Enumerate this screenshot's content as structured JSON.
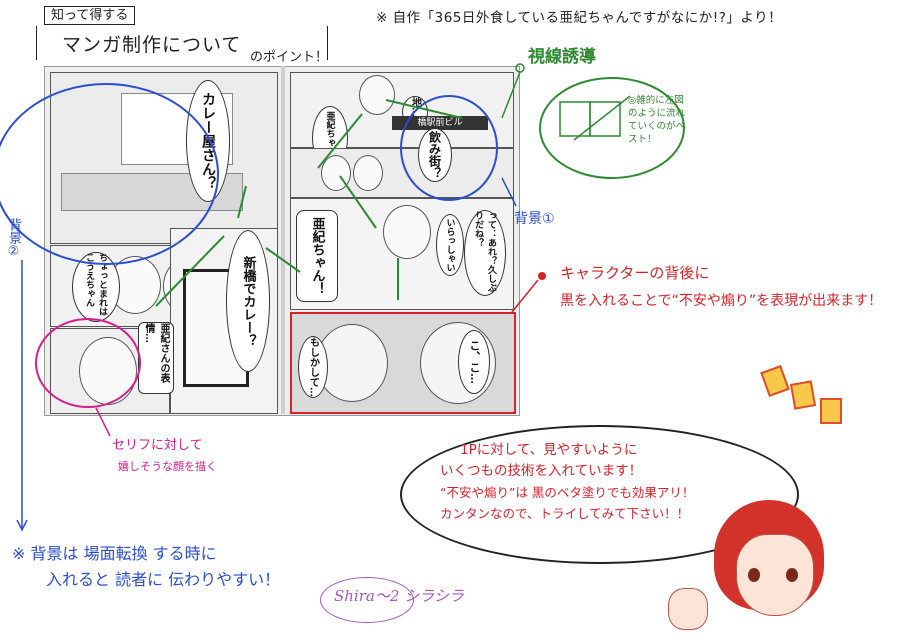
{
  "header": {
    "tag": "知って得する",
    "title_line1": "マンガ制作について",
    "title_line2": "のポイント！"
  },
  "source_note": "※ 自作「365日外食している亜紀ちゃんですがなにか!?」より！",
  "manga": {
    "bubbles": {
      "curry_shop": "カレー屋さん？",
      "chi": "地…？",
      "aki_chan_kana": "亜紀ちゃん…",
      "shinbashi_sign": "橋駅前ビル",
      "nomigai": "飲み街？",
      "irasshai": "いらっしゃい",
      "hisashiburi": "って：あれ？久しぶりだね？",
      "aki_chan": "亜紀ちゃん！",
      "shinbashi_curry": "新橋でカレー？",
      "chotto": "ちょっとまれはこうえちゃん",
      "aki_face": "亜紀さんの表情…",
      "moshikashite": "もしかして…",
      "koko": "こ、こ…"
    }
  },
  "annotations": {
    "gaze_title": "視線誘導",
    "gaze_note": "◎雑的に左図のように流れていくのがベスト！",
    "bg1": "背景①",
    "bg2": "背景②",
    "char_line1": "キャラクターの背後に",
    "char_line2": "黒を入れることで“不安や煽り”を表現が出来ます！",
    "serif_line1": "セリフに対して",
    "serif_line2": "嬉しそうな顔を描く",
    "bg_note_line1": "※ 背景は 場面転換 する時に",
    "bg_note_line2": "入れると 読者に 伝わりやすい！"
  },
  "speech": {
    "line1": "1Pに対して、見やすいように",
    "line2": "いくつもの技術を入れています！",
    "line3": "“不安や煽り”は 黒のベタ塗りでも効果アリ！",
    "line4": "カンタンなので、トライしてみて下さい！！"
  },
  "signature": "Shira～2 シラシラ",
  "colors": {
    "gaze": "#2e8b32",
    "background_note": "#2b4ed1",
    "character_note": "#d8222a",
    "serif_note": "#d61f8d",
    "signature": "#a455c7"
  }
}
